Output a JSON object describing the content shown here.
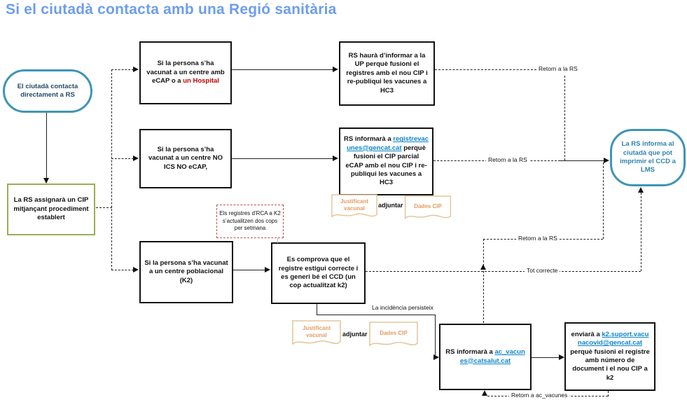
{
  "title": "Si el ciutadà contacta amb una Regió sanitària",
  "colors": {
    "title_blue": "#6d9eeb",
    "oval_teal_border": "#3e95b5",
    "green_border": "#9aae55",
    "red_highlight": "#c00000",
    "link_blue": "#0e86c8",
    "doc_tan": "#e39c60",
    "note_red_border": "#c0504d"
  },
  "nodes": {
    "citizen_oval": {
      "text": "El ciutadà contacta directament a RS"
    },
    "rs_assign": {
      "text": "La RS assignarà un CIP mitjançant procediment establert"
    },
    "vac_ecap": {
      "prefix": "Si la persona s’ha vacunat a un centre amb eCAP o a ",
      "highlight": "un Hospital"
    },
    "rs_up": {
      "text": "RS haurà d’informar a la UP perquè fusioni el registres amb el nou CIP i re-publiqui les vacunes a HC3"
    },
    "vac_noics": {
      "text": "Si la persona s’ha vacunat a un centre NO ICS NO eCAP,"
    },
    "rs_registre": {
      "prefix": "RS informarà a ",
      "email": "registrevacunes@gencat.cat",
      "suffix": " perquè fusioni el CIP parcial eCAP amb el nou CIP i re-publiqui les vacunes a HC3"
    },
    "rs_informs_oval": {
      "text": "La RS informa al ciutadà que pot imprimir el CCD a LMS"
    },
    "k2_note": {
      "text": "Els registres d’RCA a K2 s’actualitzen dos cops per setmana"
    },
    "vac_k2": {
      "text": "Si la persona s’ha vacunat a un centre poblacional (K2)"
    },
    "check_ccd": {
      "text": "Es comprova que el registre estigui correcte i es generi bé el CCD (un cop actualitzat k2)"
    },
    "rs_acvacunes": {
      "prefix": "RS informarà a ",
      "email": "ac_vacunes@catsalut.cat"
    },
    "send_k2": {
      "prefix": "enviarà a ",
      "email": "k2.suport.vacunacovid@gencat.cat",
      "suffix": " perquè fusioni el registre amb número de document i el nou CIP a k2"
    }
  },
  "documents": {
    "justificant": "Justificant vacunal",
    "dades": "Dades CIP",
    "adjuntar": "adjuntar"
  },
  "edge_labels": {
    "retorn_rs_top": "Retorn a la RS",
    "retorn_rs_mid": "Retorn a la RS",
    "retorn_rs_low": "Retorn a la RS",
    "tot_correcte": "Tot correcte",
    "incidencia": "La incidència persisteix",
    "retorn_ac": "Retorn a ac_vacunes"
  }
}
